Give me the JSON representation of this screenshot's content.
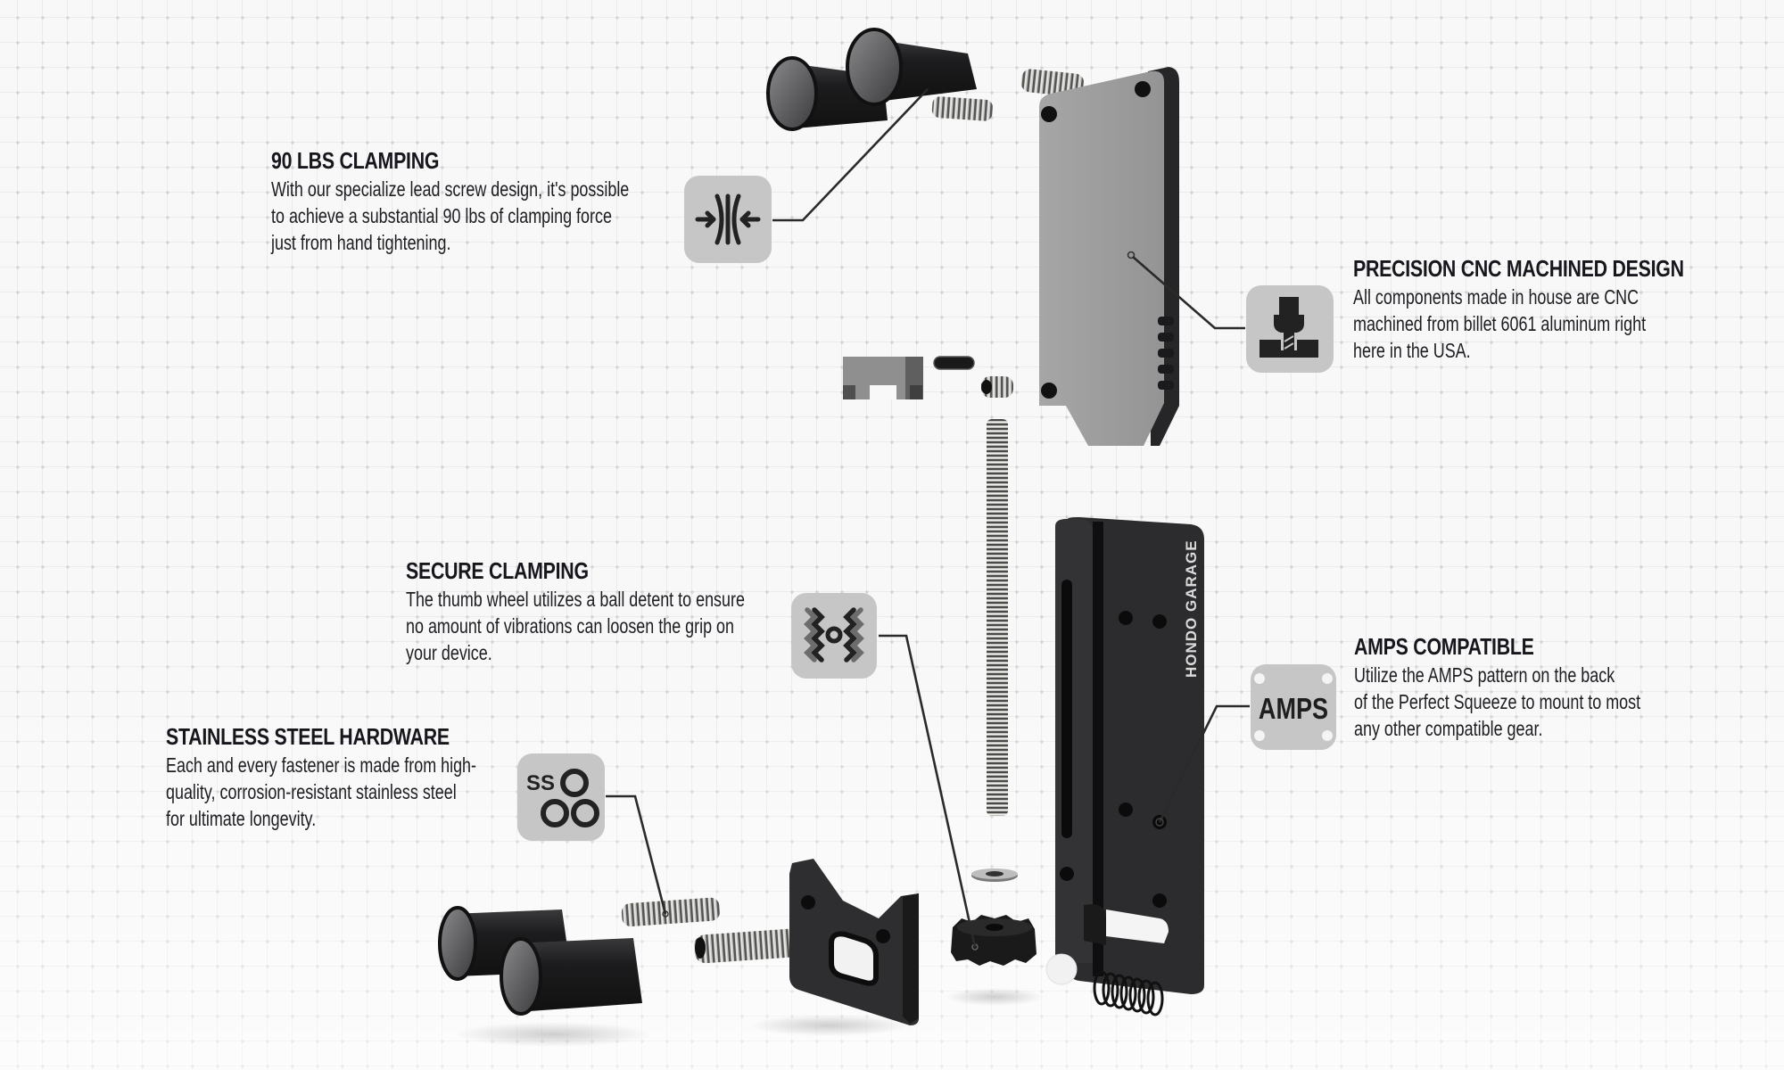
{
  "callouts": {
    "clamping_force": {
      "title": "90 LBS CLAMPING",
      "lines": [
        "With our specialize lead screw design, it's possible",
        "to achieve a substantial 90 lbs of clamping force",
        "just from hand tightening."
      ],
      "icon": "compression-arrows-icon"
    },
    "cnc": {
      "title": "PRECISION CNC MACHINED DESIGN",
      "lines": [
        "All components made in house are CNC",
        "machined from billet 6061 aluminum right",
        "here in the USA."
      ],
      "icon": "cnc-mill-icon"
    },
    "secure": {
      "title": "SECURE CLAMPING",
      "lines": [
        "The thumb wheel utilizes a ball detent to ensure",
        "no amount of vibrations can loosen the grip on",
        "your device."
      ],
      "icon": "vibration-dampening-icon"
    },
    "stainless": {
      "title": "STAINLESS STEEL HARDWARE",
      "lines": [
        "Each and every fastener is made from high-",
        "quality, corrosion-resistant stainless steel",
        "for ultimate longevity."
      ],
      "icon": "stainless-hex-icon",
      "icon_text": "SS"
    },
    "amps": {
      "title": "AMPS COMPATIBLE",
      "lines": [
        "Utilize the AMPS pattern on the back",
        "of the Perfect Squeeze to mount to most",
        "any other compatible gear."
      ],
      "icon": "amps-plate-icon",
      "icon_text": "AMPS"
    }
  },
  "product": {
    "brand_engraving": "HONDO GARAGE",
    "parts": [
      "rubber-tipped jaw knobs (x4)",
      "stainless set screws",
      "top clamp plate",
      "detent slider block",
      "detent spring",
      "lead screw",
      "washer",
      "thumb wheel",
      "detent ball",
      "compression spring",
      "base rail with AMPS pattern",
      "lower jaw bracket"
    ]
  },
  "colors": {
    "background": "#f8f8f8",
    "icon_box": "#c6c6c6",
    "icon_glyph": "#222222",
    "text": "#16161c",
    "anodized_black": "#1c1c1e",
    "plate_gray": "#9d9d9d"
  }
}
